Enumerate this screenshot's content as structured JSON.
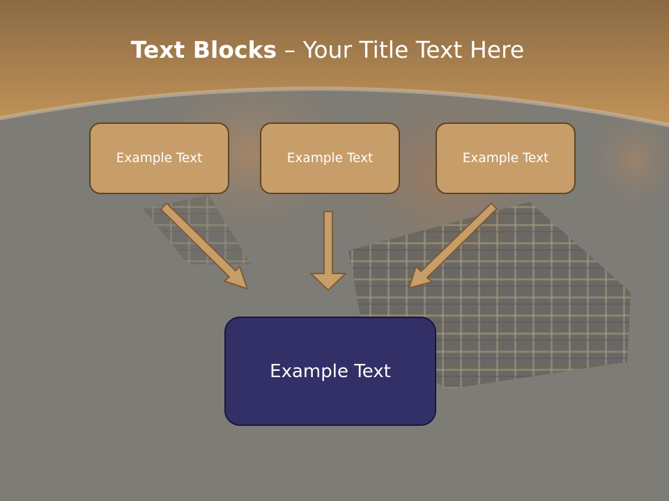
{
  "title": {
    "bold": "Text Blocks",
    "separator": "–",
    "rest": "Your Title Text Here"
  },
  "diagram": {
    "top_boxes": [
      "Example Text",
      "Example Text",
      "Example Text"
    ],
    "bottom_box": "Example Text"
  },
  "colors": {
    "header": "#a7804f",
    "box_fill": "#c79d6a",
    "box_border": "#5d4621",
    "arrow_fill": "#c79d6a",
    "bottom_fill": "#323066",
    "text": "#ffffff"
  }
}
